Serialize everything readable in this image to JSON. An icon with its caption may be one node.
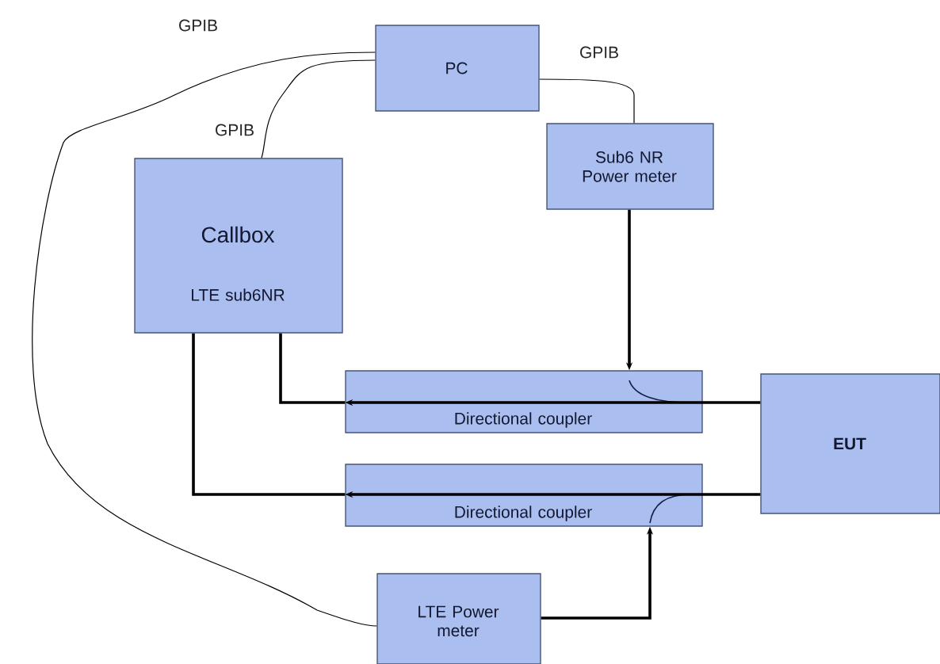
{
  "diagram": {
    "nodes": [
      {
        "text": [
          "PC"
        ]
      },
      {
        "text": [
          "Sub6 NR Power meter"
        ]
      },
      {
        "text": [
          "Callbox",
          "LTE sub6NR"
        ]
      },
      {
        "text": [
          "Directional coupler"
        ]
      },
      {
        "text": [
          "EUT"
        ]
      },
      {
        "text": [
          "Directional coupler"
        ]
      },
      {
        "text": [
          "LTE Power meter"
        ]
      }
    ],
    "edges": [
      {
        "from": 0,
        "to": 2,
        "arrow": "none",
        "label": "GPIB"
      },
      {
        "from": 0,
        "to": 1,
        "arrow": "none",
        "label": "GPIB"
      },
      {
        "from": 0,
        "to": 6,
        "arrow": "none",
        "label": "GPIB"
      },
      {
        "from": 2,
        "to": 3,
        "arrow": "none"
      },
      {
        "from": 4,
        "to": 3,
        "arrow": "to"
      },
      {
        "from": 1,
        "to": 3,
        "arrow": "to"
      },
      {
        "from": 2,
        "to": 5,
        "arrow": "none"
      },
      {
        "from": 4,
        "to": 5,
        "arrow": "to"
      },
      {
        "from": 6,
        "to": 5,
        "arrow": "to"
      }
    ]
  }
}
